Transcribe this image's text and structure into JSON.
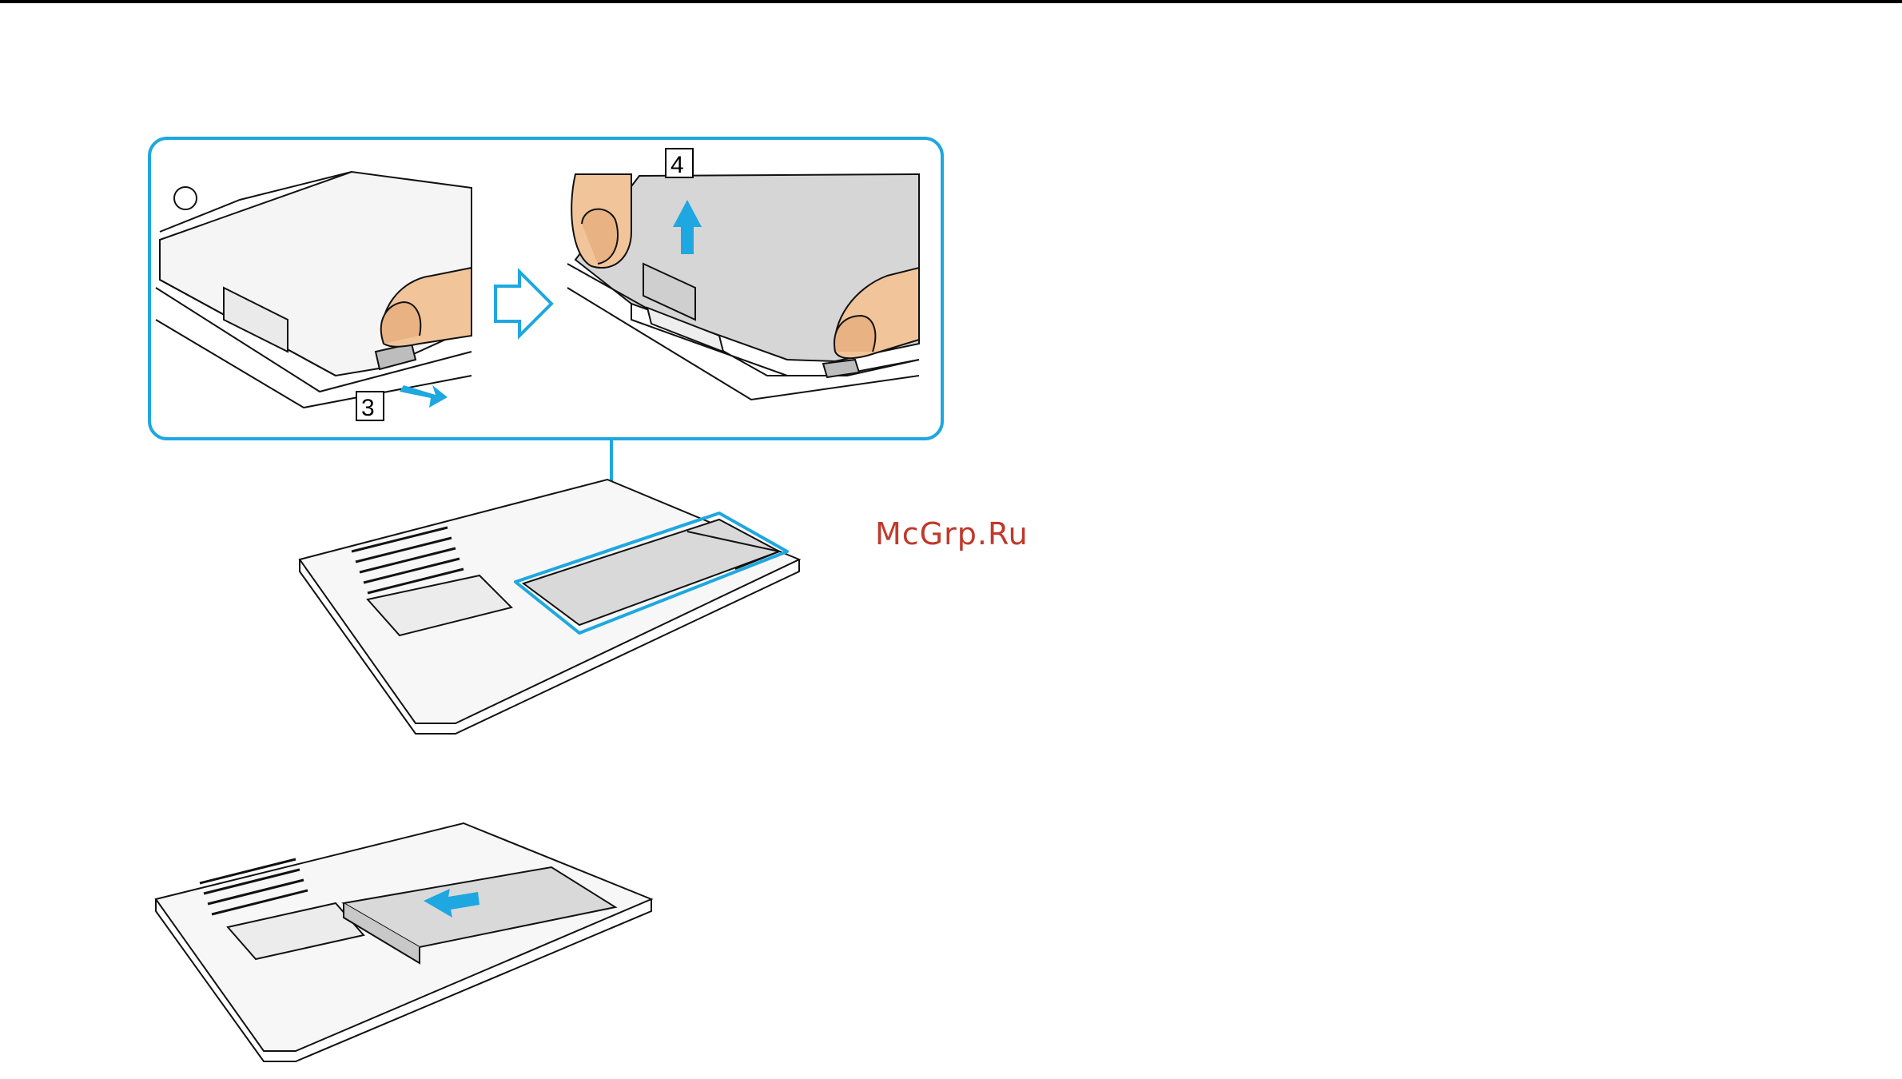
{
  "watermark": {
    "text": "McGrp.Ru"
  },
  "steps": {
    "step3": "3",
    "step4": "4"
  },
  "colors": {
    "callout": "#1ea7e0",
    "arrow": "#1ea7e0",
    "battery": "#d6d6d6",
    "line": "#111111"
  },
  "icons": {
    "transition": "hollow-right-arrow-icon",
    "slide": "blue-arrow-icon",
    "lift": "blue-up-arrow-icon"
  }
}
